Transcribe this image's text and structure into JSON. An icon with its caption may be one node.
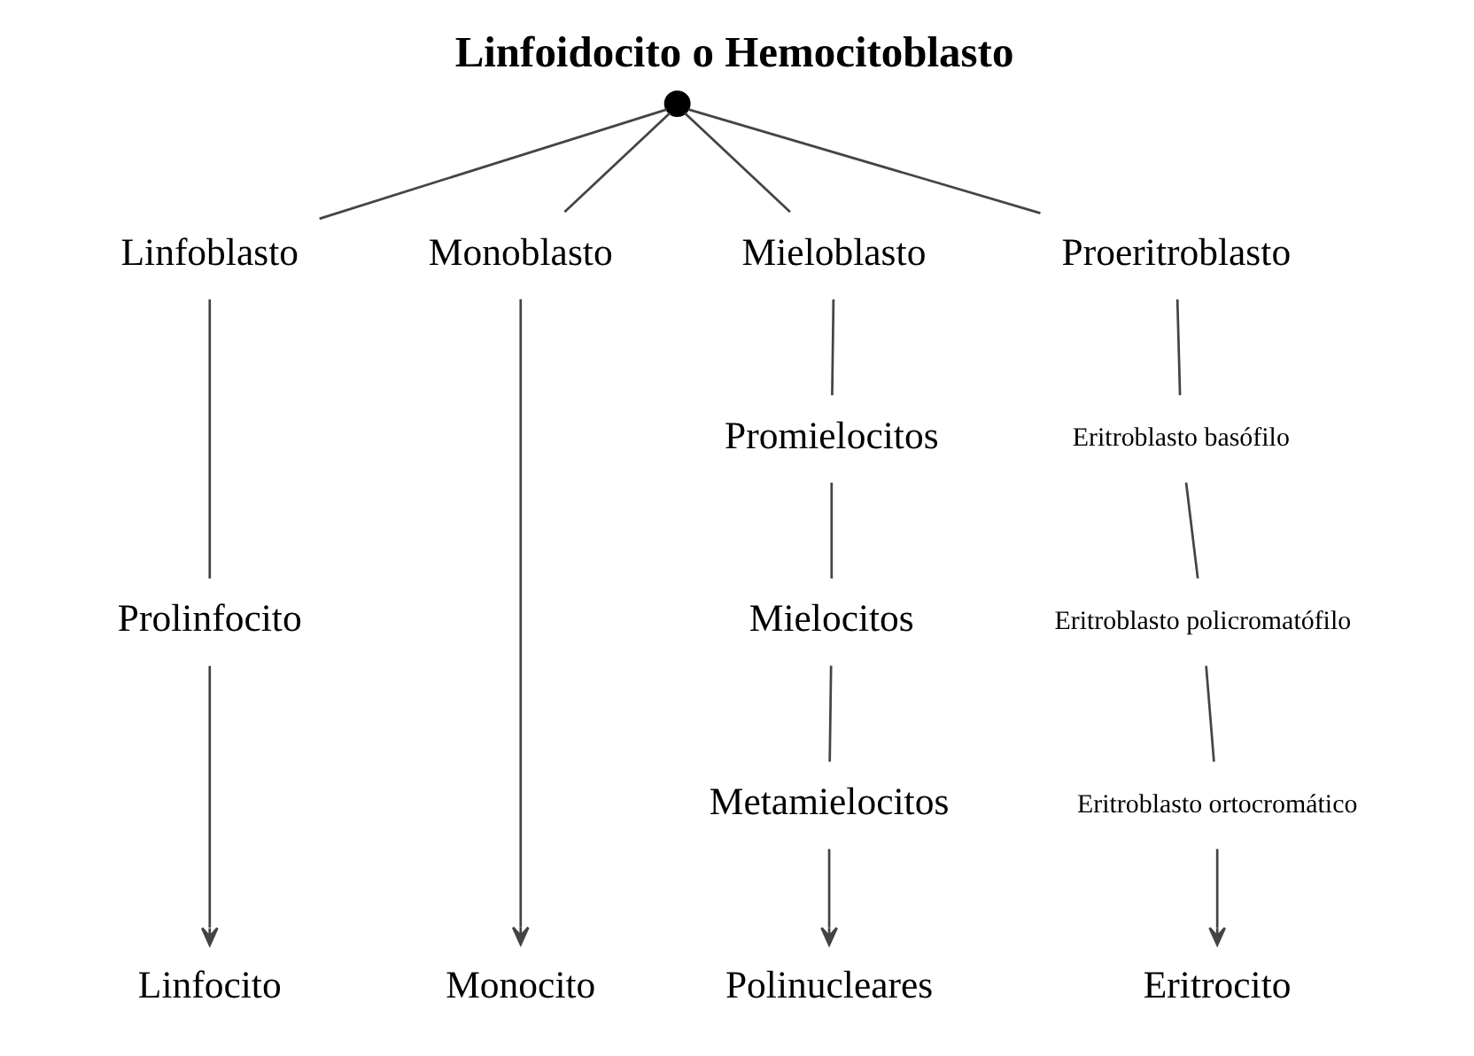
{
  "diagram": {
    "title": "Linfoidocito o Hemocitoblasto",
    "nodes": [
      {
        "text": [],
        "shape": "circle"
      },
      {
        "text": [
          "Linfoblasto"
        ]
      },
      {
        "text": [
          "Monoblasto"
        ]
      },
      {
        "text": [
          "Mieloblasto"
        ]
      },
      {
        "text": [
          "Proeritroblasto"
        ]
      },
      {
        "text": [
          "Prolinfocito"
        ]
      },
      {
        "text": [
          "Promielocitos"
        ]
      },
      {
        "text": [
          "Eritroblasto basófilo"
        ]
      },
      {
        "text": [
          "Mielocitos"
        ]
      },
      {
        "text": [
          "Eritroblasto policromatófilo"
        ]
      },
      {
        "text": [
          "Metamielocitos"
        ]
      },
      {
        "text": [
          "Eritroblasto ortocromático"
        ]
      },
      {
        "text": [
          "Linfocito"
        ]
      },
      {
        "text": [
          "Monocito"
        ]
      },
      {
        "text": [
          "Polinucleares"
        ]
      },
      {
        "text": [
          "Eritrocito"
        ]
      }
    ],
    "edges": [
      {
        "from": 0,
        "to": 1,
        "arrow": "none"
      },
      {
        "from": 0,
        "to": 2,
        "arrow": "none"
      },
      {
        "from": 0,
        "to": 3,
        "arrow": "none"
      },
      {
        "from": 0,
        "to": 4,
        "arrow": "none"
      },
      {
        "from": 1,
        "to": 5,
        "arrow": "none"
      },
      {
        "from": 5,
        "to": 12,
        "arrow": "to"
      },
      {
        "from": 2,
        "to": 13,
        "arrow": "to"
      },
      {
        "from": 3,
        "to": 6,
        "arrow": "none"
      },
      {
        "from": 6,
        "to": 8,
        "arrow": "none"
      },
      {
        "from": 8,
        "to": 10,
        "arrow": "none"
      },
      {
        "from": 10,
        "to": 14,
        "arrow": "to"
      },
      {
        "from": 4,
        "to": 7,
        "arrow": "none"
      },
      {
        "from": 7,
        "to": 9,
        "arrow": "none"
      },
      {
        "from": 9,
        "to": 11,
        "arrow": "none"
      },
      {
        "from": 11,
        "to": 15,
        "arrow": "to"
      }
    ]
  }
}
